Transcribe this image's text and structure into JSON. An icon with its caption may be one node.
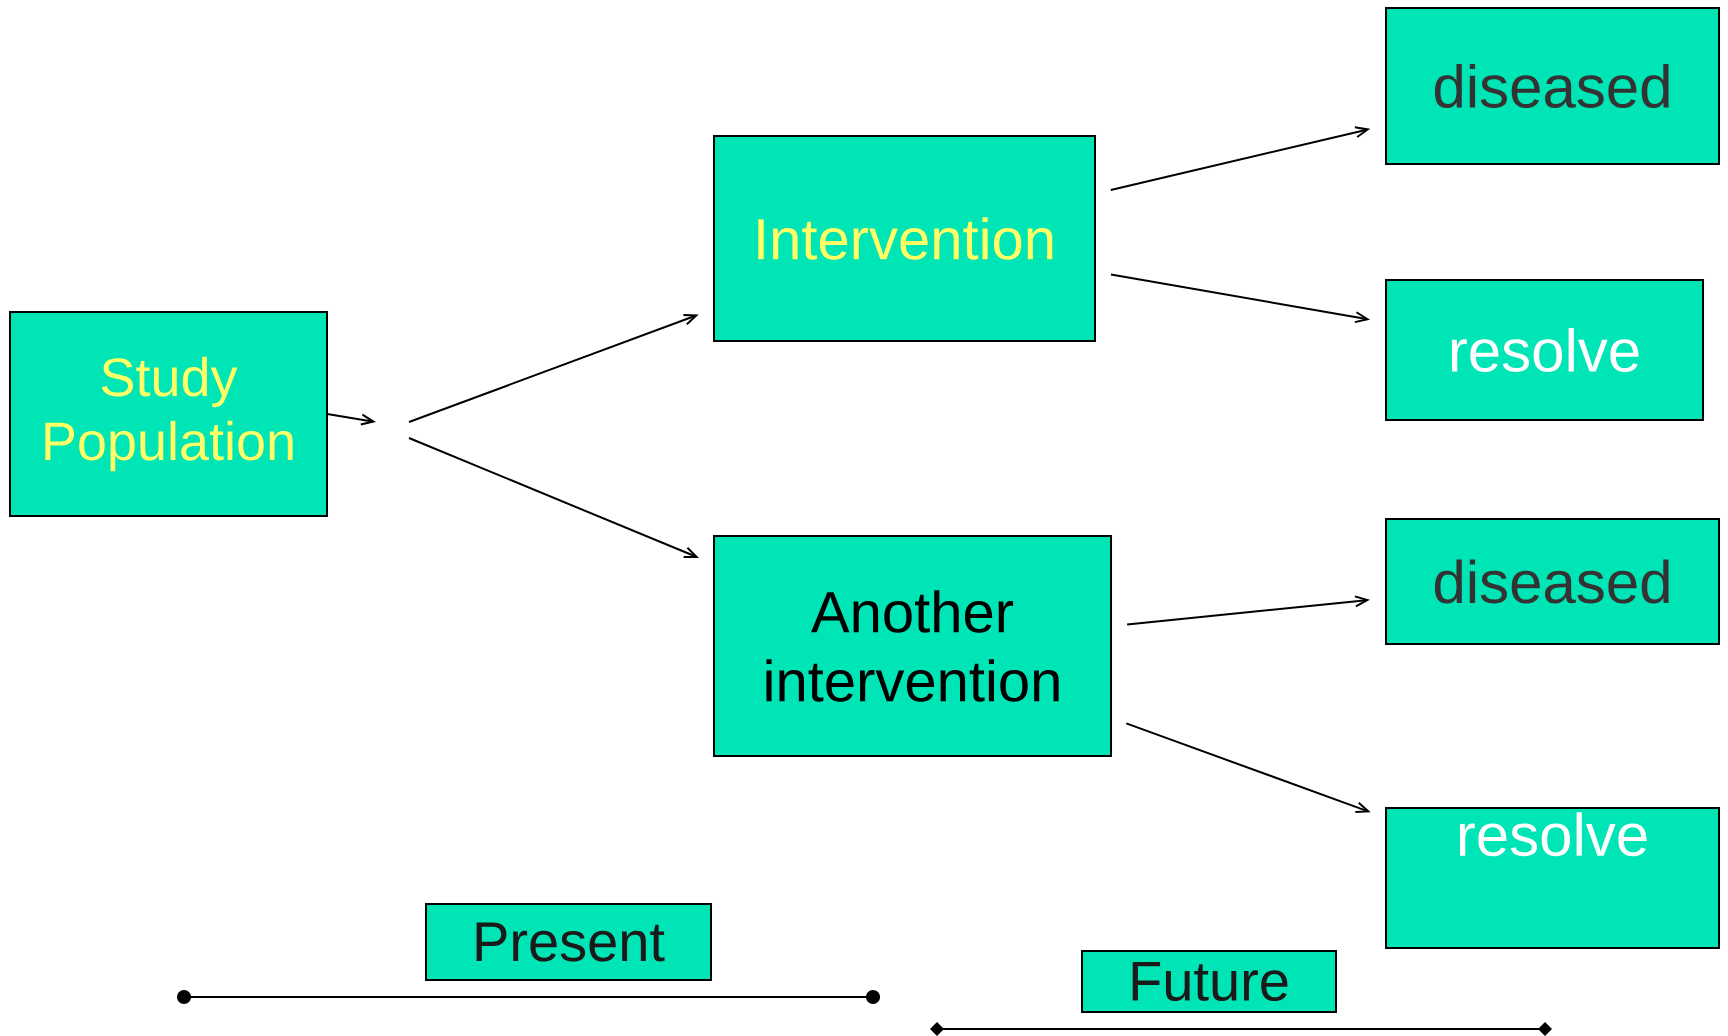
{
  "diagram": {
    "nodes": [
      {
        "text": [
          "Study Population"
        ]
      },
      {
        "text": [
          "Intervention"
        ]
      },
      {
        "text": [
          "Another intervention"
        ]
      },
      {
        "text": [
          "diseased"
        ]
      },
      {
        "text": [
          "resolve"
        ]
      },
      {
        "text": [
          "diseased"
        ]
      },
      {
        "text": [
          "resolve"
        ]
      },
      {
        "text": [
          "Present"
        ]
      },
      {
        "text": [
          "Future"
        ]
      }
    ],
    "edges": [
      {
        "from": 0,
        "to": null,
        "arrow": "to"
      },
      {
        "from": null,
        "to": 1,
        "arrow": "to"
      },
      {
        "from": null,
        "to": 2,
        "arrow": "to"
      },
      {
        "from": 1,
        "to": 3,
        "arrow": "to"
      },
      {
        "from": 1,
        "to": 4,
        "arrow": "to"
      },
      {
        "from": 2,
        "to": 5,
        "arrow": "to"
      },
      {
        "from": 2,
        "to": 6,
        "arrow": "to"
      }
    ]
  }
}
